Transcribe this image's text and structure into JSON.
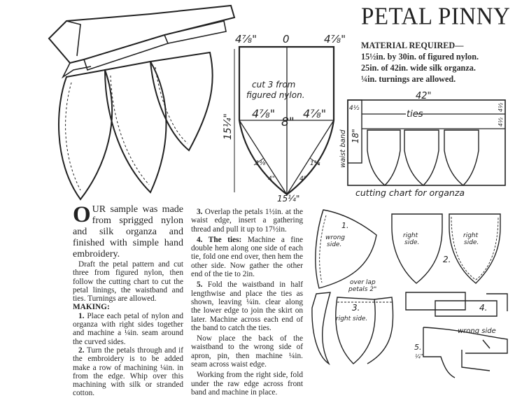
{
  "title": "PETAL PINNY",
  "material": {
    "heading": "MATERIAL REQUIRED—",
    "lines": [
      "15½in. by 30in. of figured nylon.",
      "25in. of 42in. wide silk organza.",
      "¼in. turnings are allowed."
    ]
  },
  "pattern": {
    "top_left": "4⅞\"",
    "top_center": "0",
    "top_right": "4⅞\"",
    "note": [
      "cut 3 from",
      "figured nylon."
    ],
    "mid_left": "4⅞\"",
    "mid_center": "8\"",
    "mid_right": "4⅞\"",
    "height": "15¼\"",
    "bottom": "15¼\"",
    "curve_a": "1⅜",
    "curve_b": "4\""
  },
  "cutting_chart": {
    "width": "42\"",
    "ties": "ties",
    "band_w": "4½",
    "tie_w1": "4½",
    "tie_w2": "4½",
    "band_len": "18\"",
    "band_label": "waist band",
    "caption": "cutting chart for organza"
  },
  "steps_diagram": {
    "s1": "1.",
    "s1_label": [
      "wrong",
      "side."
    ],
    "s2": "2.",
    "s2_label_a": [
      "right",
      "side."
    ],
    "s2_label_b": [
      "right",
      "side."
    ],
    "s3": "3.",
    "s3_label": "right side.",
    "overlap": [
      "over lap",
      "petals 2\""
    ],
    "s4": "4.",
    "s5": "5.",
    "s5_measure": "¼\"",
    "wrong_side": "wrong side"
  },
  "article": {
    "drop_cap": "O",
    "intro": "UR sample was made from sprigged nylon and silk organza and finished with simple hand embroidery.",
    "para2": "Draft the petal pattern and cut three from figured nylon, then follow the cutting chart to cut the petal linings, the waistband and ties. Turnings are allowed.",
    "making": "MAKING:",
    "step1_num": "1.",
    "step1": "Place each petal of nylon and organza with right sides together and machine a ¼in. seam around the curved sides.",
    "step2_num": "2.",
    "step2": "Turn the petals through and if the embroidery is to be added make a row of machining ¼in. in from the edge. Whip over this machining with silk or stranded cotton.",
    "step3_num": "3.",
    "step3": "Overlap the petals 1½in. at the waist edge, insert a gathering thread and pull it up to 17½in.",
    "step4_num": "4. The ties:",
    "step4": "Machine a fine double hem along one side of each tie, fold one end over, then hem the other side. Now gather the other end of the tie to 2in.",
    "step5_num": "5.",
    "step5": "Fold the waistband in half lengthwise and place the ties as shown, leaving ¼in. clear along the lower edge to join the skirt on later. Machine across each end of the band to catch the ties.",
    "para_a": "Now place the back of the waistband to the wrong side of apron, pin, then machine ¼in. seam across waist edge.",
    "para_b": "Working from the right side, fold under the raw edge across front band and machine in place."
  }
}
